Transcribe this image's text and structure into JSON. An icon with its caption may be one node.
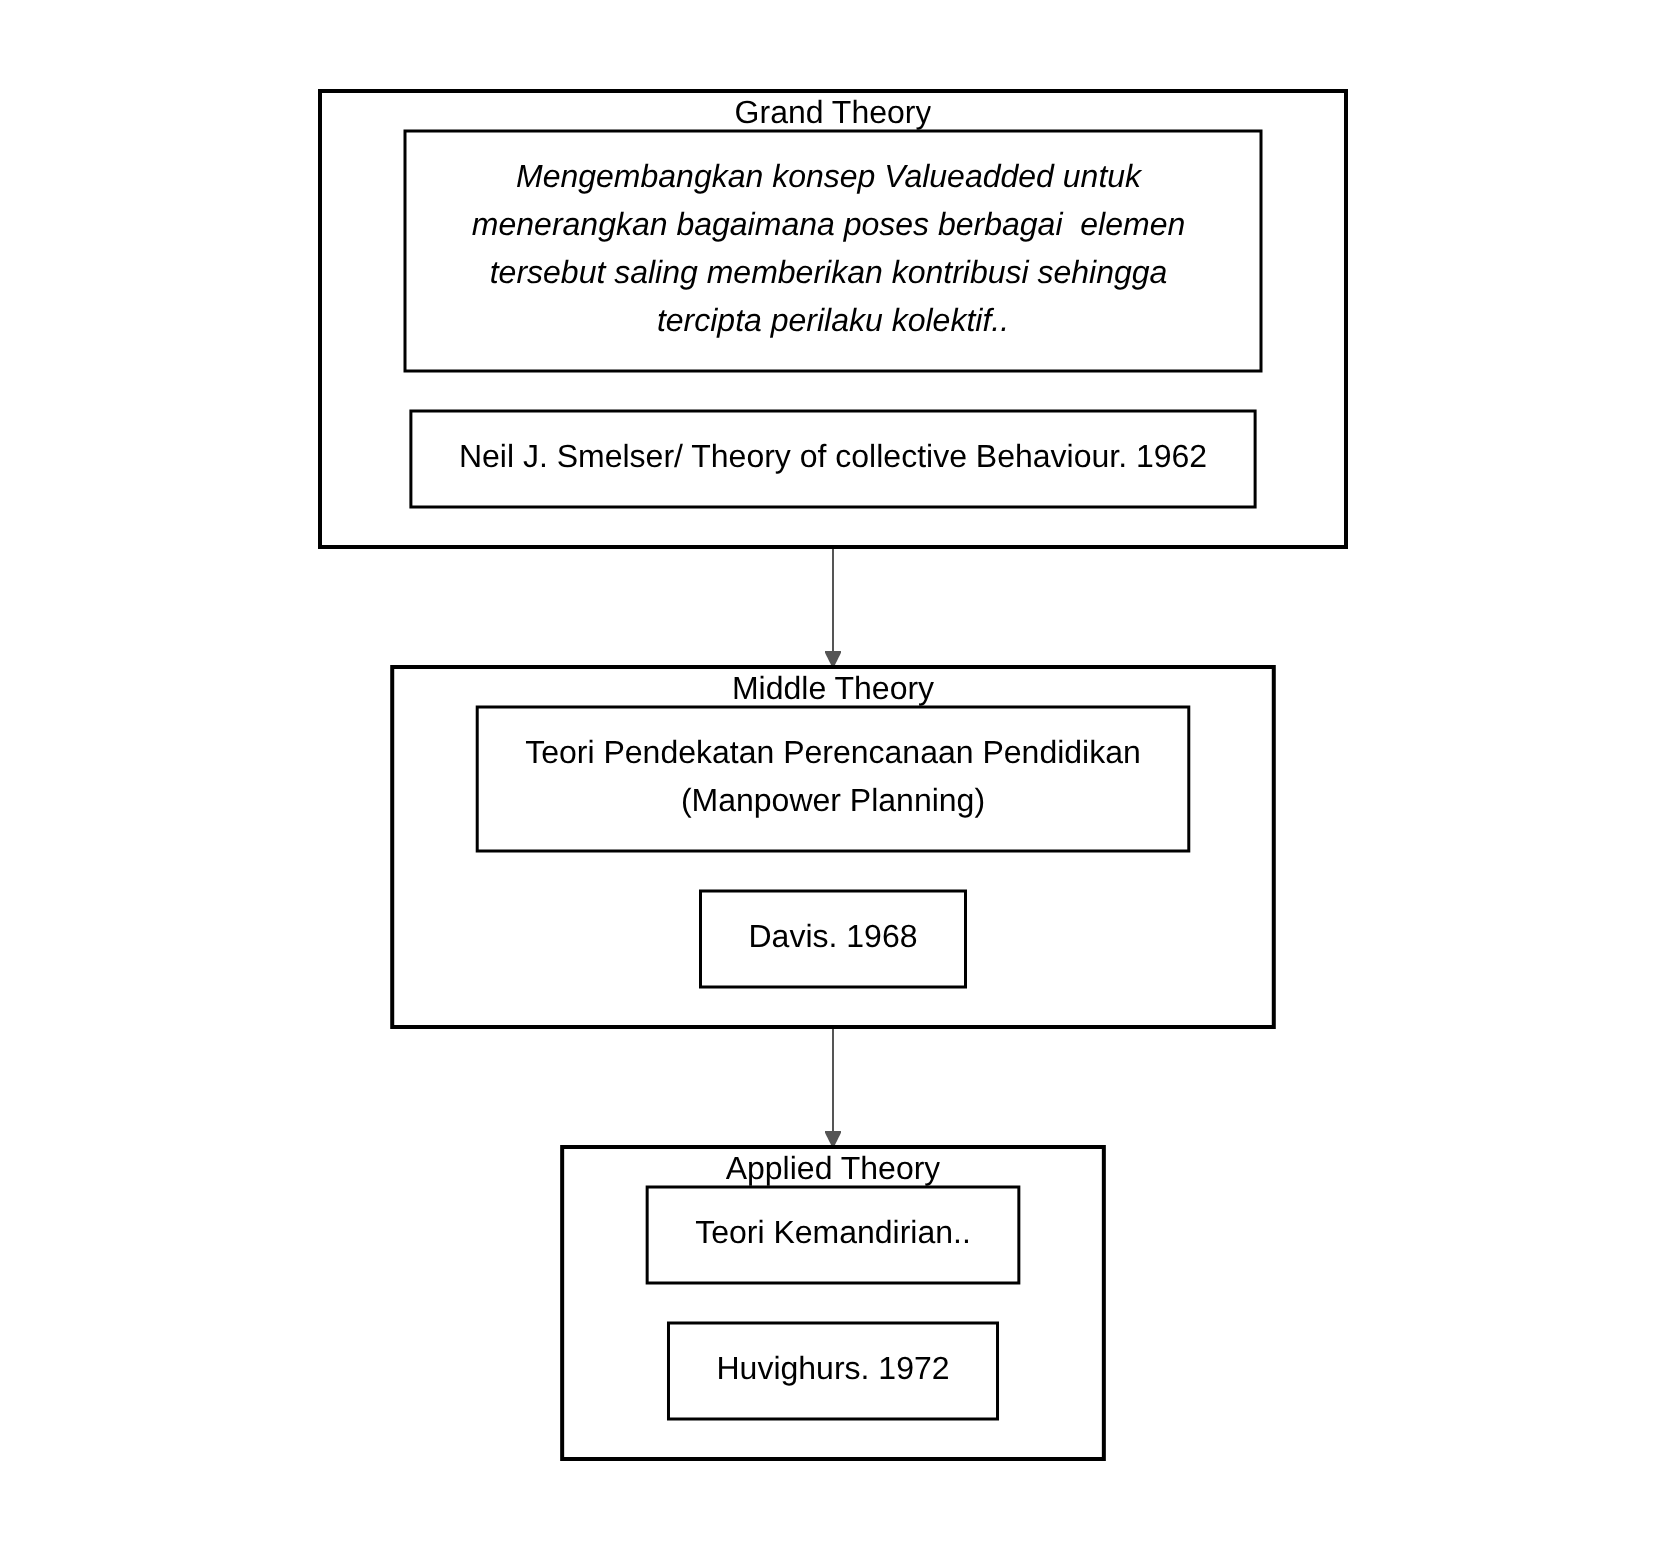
{
  "diagram": {
    "nodes": [
      {
        "text": [
          "Grand Theory"
        ]
      },
      {
        "text": [
          "Mengembangkan konsep Valueadded untuk menerangkan bagaimana poses berbagai  elemen tersebut saling memberikan kontribusi sehingga tercipta perilaku kolektif.."
        ],
        "in": 0
      },
      {
        "text": [
          "Neil J. Smelser/ Theory of collective Behaviour. 1962"
        ],
        "in": 0
      },
      {
        "text": [
          "Middle Theory"
        ]
      },
      {
        "text": [
          "Teori Pendekatan Perencanaan Pendidikan",
          "(Manpower Planning)"
        ],
        "in": 3
      },
      {
        "text": [
          "Davis. 1968"
        ],
        "in": 3
      },
      {
        "text": [
          "Applied Theory"
        ]
      },
      {
        "text": [
          "Teori Kemandirian.."
        ],
        "in": 6
      },
      {
        "text": [
          "Huvighurs. 1972"
        ],
        "in": 6
      }
    ],
    "edges": [
      {
        "from": 0,
        "to": 3,
        "arrow": "to"
      },
      {
        "from": 3,
        "to": 6,
        "arrow": "to"
      }
    ]
  }
}
